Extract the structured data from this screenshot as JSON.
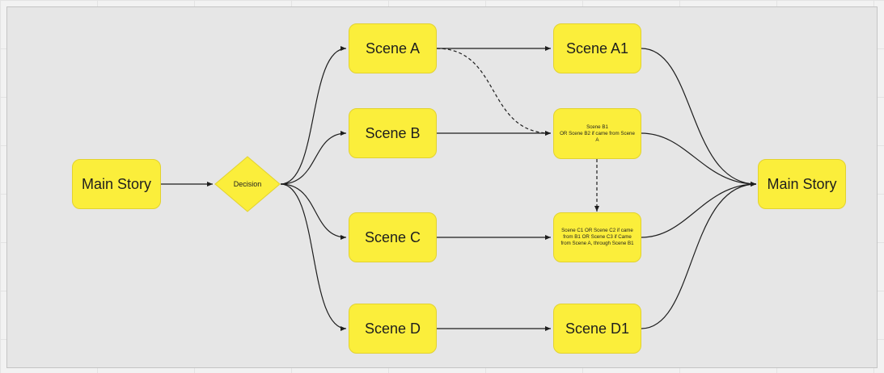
{
  "nodes": {
    "main_story_start": "Main Story",
    "decision": "Decision",
    "scene_a": "Scene A",
    "scene_b": "Scene B",
    "scene_c": "Scene C",
    "scene_d": "Scene D",
    "scene_a1": "Scene A1",
    "scene_b1_line1": "Scene B1",
    "scene_b1_line2": "OR Scene B2 if came from Scene A",
    "scene_c1": "Scene C1 OR Scene C2 if came from B1 OR Scene C3 if Came from Scene A, through Scene B1",
    "scene_d1": "Scene D1",
    "main_story_end": "Main Story"
  },
  "colors": {
    "node_fill": "#fbee3b",
    "edge": "#1e1e1e",
    "canvas": "#e6e6e6"
  }
}
